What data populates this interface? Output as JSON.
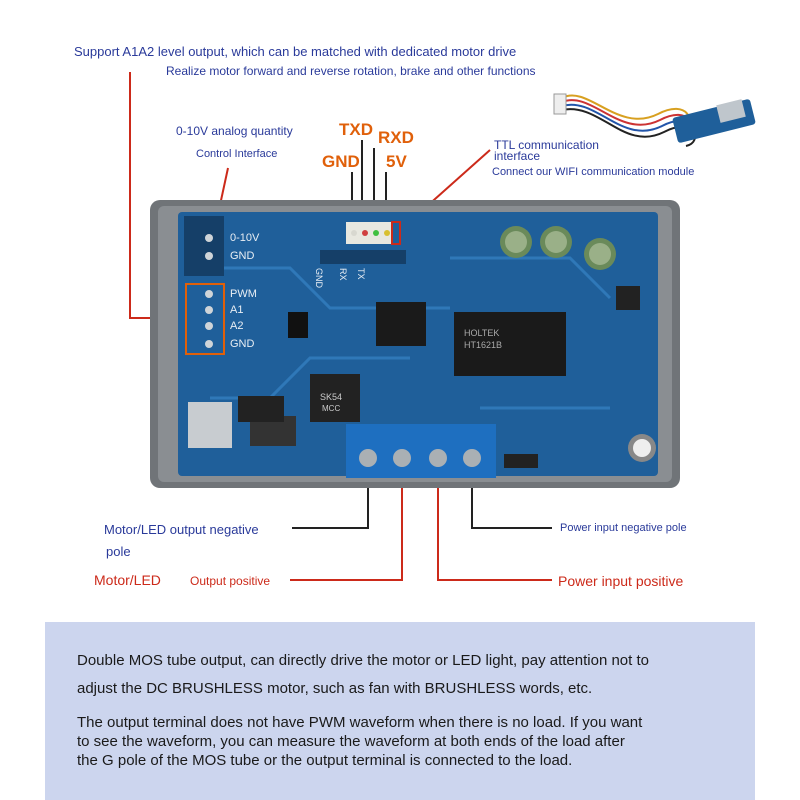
{
  "labels": {
    "a1a2_line1": "Support A1A2 level output, which can be matched with dedicated motor drive",
    "a1a2_line2": "Realize motor forward and reverse rotation, brake and other functions",
    "analog_line1": "0-10V analog quantity",
    "analog_line2": "Control Interface",
    "txd": "TXD",
    "rxd": "RXD",
    "gnd": "GND",
    "v5": "5V",
    "ttl_line1": "TTL communication",
    "ttl_line2": "interface",
    "ttl_line3": "Connect our WIFI communication module",
    "motor_neg_line1": "Motor/LED output negative",
    "motor_neg_line2": "pole",
    "motor_led": "Motor/LED",
    "output_positive": "Output positive",
    "power_neg": "Power input negative pole",
    "power_pos": "Power input positive"
  },
  "board": {
    "pin_0_10v": "0-10V",
    "pin_gnd": "GND",
    "pin_pwm": "PWM",
    "pin_a1": "A1",
    "pin_a2": "A2",
    "pin_gnd2": "GND",
    "hdr_gnd": "GND",
    "hdr_rx": "RX",
    "hdr_tx": "TX",
    "chip_main_l1": "HOLTEK",
    "chip_main_l2": "HT1621B",
    "mosfet_label": "SK54",
    "mosfet_sub": "MCC"
  },
  "notes": {
    "p1_line1": "Double MOS tube output, can directly drive the motor or LED light, pay attention not to",
    "p1_line2": "adjust the DC BRUSHLESS motor, such as fan with BRUSHLESS words, etc.",
    "p2_line1": "The output terminal does not have PWM waveform when there is no load. If you want",
    "p2_line2": "to see the waveform, you can measure the waveform at both ends of the load after",
    "p2_line3": "the G pole of the MOS tube or the output terminal is connected to the load."
  },
  "colors": {
    "callout_red": "#cc2a1a",
    "callout_orange": "#e0600a",
    "label_blue": "#2a3a9a",
    "pcb_blue": "#1f5f9a",
    "note_bg": "#ccd5ee"
  }
}
